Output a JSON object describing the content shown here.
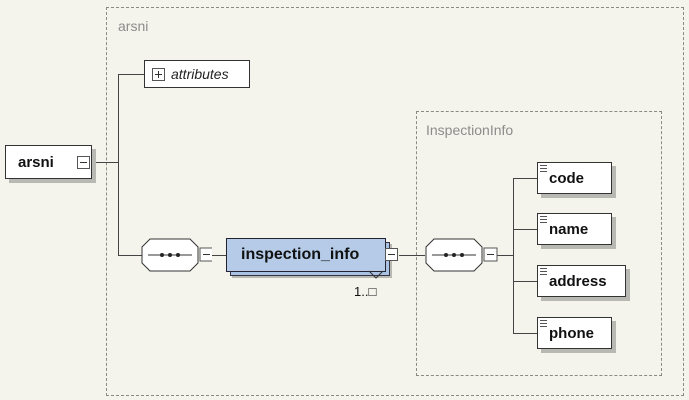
{
  "outer_group": {
    "label": "arsni"
  },
  "root_element": {
    "label": "arsni"
  },
  "attributes": {
    "label": "attributes"
  },
  "sequence_1": {
    "symbol": "-•••-"
  },
  "inspection_info": {
    "label": "inspection_info",
    "cardinality": "1..□"
  },
  "inner_group": {
    "label": "InspectionInfo"
  },
  "sequence_2": {
    "symbol": "-•••-"
  },
  "children": [
    {
      "label": "code"
    },
    {
      "label": "name"
    },
    {
      "label": "address"
    },
    {
      "label": "phone"
    }
  ]
}
